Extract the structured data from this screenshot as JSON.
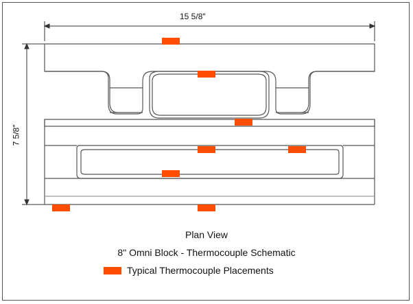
{
  "dimensions": {
    "width_label": "15 5/8\"",
    "height_label": "7 5/8\""
  },
  "captions": {
    "view": "Plan View",
    "title": "8\" Omni Block - Thermocouple Schematic"
  },
  "legend": {
    "label": "Typical Thermocouple Placements",
    "color": "#ff4d00"
  },
  "colors": {
    "outline": "#555555",
    "marker": "#ff4d00"
  }
}
